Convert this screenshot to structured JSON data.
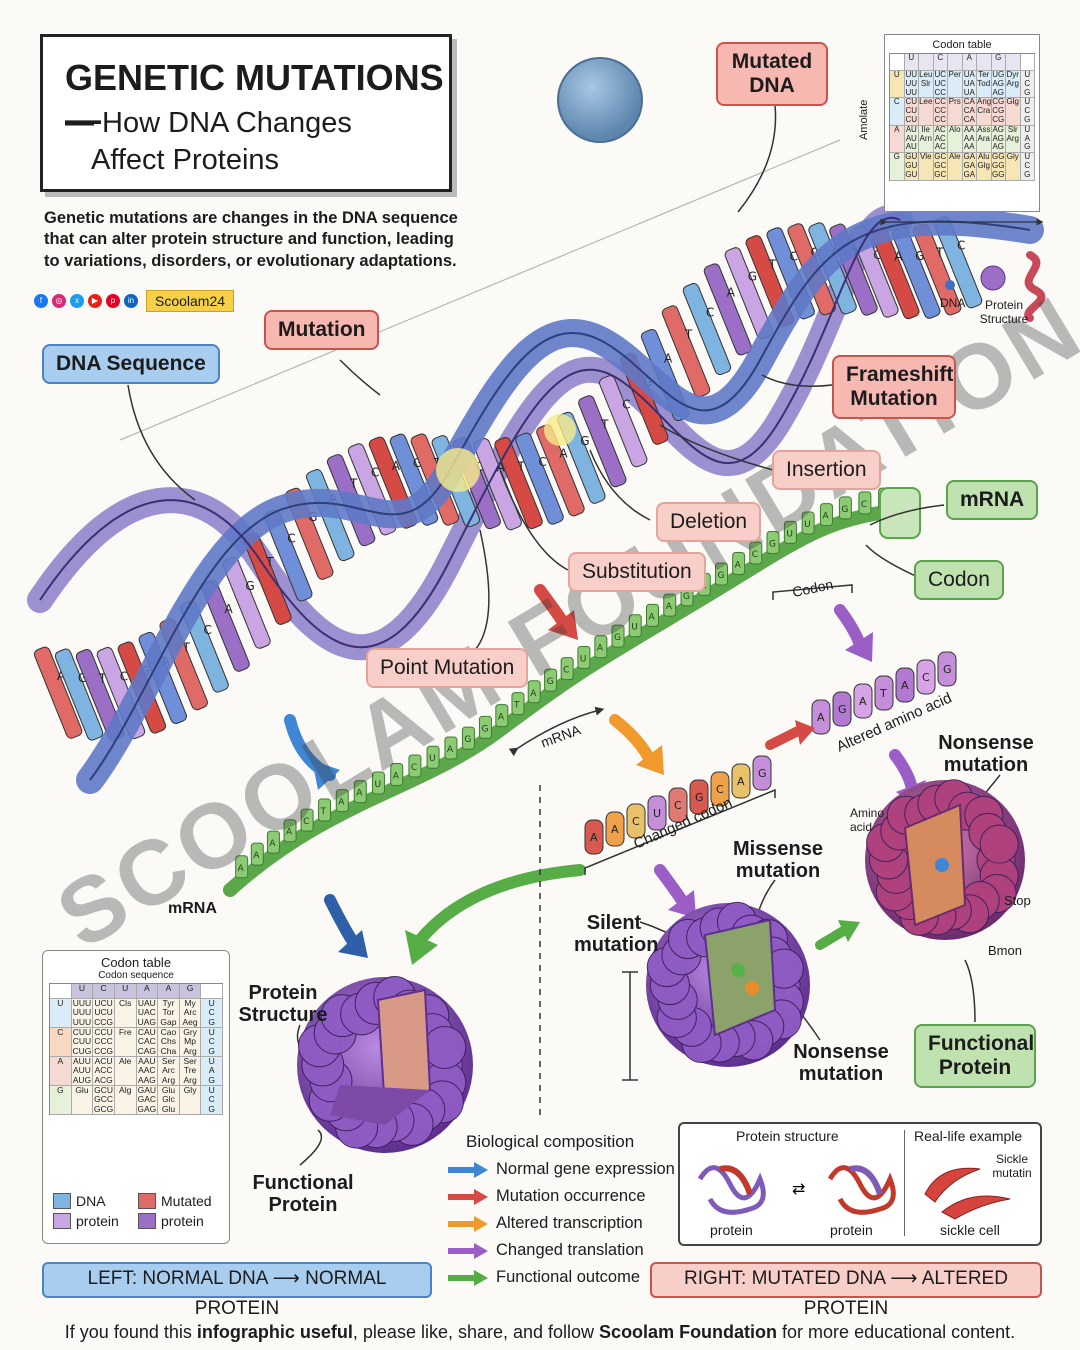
{
  "title": {
    "line1": "GENETIC MUTATIONS —",
    "line2": "— How DNA Changes",
    "line3": "Affect Proteins"
  },
  "intro": "Genetic mutations are changes in the DNA sequence that can alter protein structure and function, leading to variations, disorders, or evolutionary adaptations.",
  "social": {
    "icons": [
      "facebook-icon",
      "instagram-icon",
      "x-icon",
      "youtube-icon",
      "pinterest-icon",
      "linkedin-icon"
    ],
    "handle": "Scoolam24"
  },
  "labels": {
    "dna_sequence": "DNA Sequence",
    "mutation": "Mutation",
    "mutated_dna": "Mutated DNA",
    "frameshift": "Frameshift Mutation",
    "insertion": "Insertion",
    "deletion": "Deletion",
    "substitution": "Substitution",
    "point_mutation": "Point Mutation",
    "mrna_tag": "mRNA",
    "codon_tag": "Codon",
    "codon_bracket": "Codon",
    "mrna_arrow": "mRNA",
    "mrna_left": "mRNA",
    "changed_codon": "Changed codon",
    "altered_amino": "Altered amino acid",
    "nonsense_top": "Nonsense mutation",
    "amino_acid": "Amino acid",
    "stop": "Stop",
    "bmon": "Bmon",
    "functional_protein_right": "Functional Protein",
    "missense": "Missense mutation",
    "silent": "Silent mutation",
    "nonsense_bottom": "Nonsense mutation",
    "protein_structure": "Protein Structure",
    "functional_protein_left": "Functional Protein"
  },
  "mini_legend": {
    "dna": "DNA",
    "protein_structure": "Protein Structure"
  },
  "codon_table_top": {
    "title": "Codon table",
    "side_label": "Amolate",
    "header": [
      "U",
      "C",
      "A",
      "G"
    ],
    "rows": [
      {
        "base": "U",
        "cells": [
          "UU\nUU\nUU",
          "Leu\nSlr",
          "UC\nUC\nCC",
          "Per",
          "UA\nUA\nUA",
          "Ter\nTod",
          "UG\nAG\nAG",
          "Dyr\nArg"
        ],
        "right": "U\nC\nG"
      },
      {
        "base": "C",
        "cells": [
          "CU\nCU\nCU",
          "Lee",
          "CC\nCC\nCC",
          "Prs",
          "CA\nCA\nCA",
          "Ang\nCra",
          "CG\nCG\nCG",
          "Glg"
        ],
        "right": "U\nC\nG"
      },
      {
        "base": "A",
        "cells": [
          "AU\nAU\nAU",
          "Ile\nArn",
          "AC\nAC\nAC",
          "Alo",
          "AA\nAA\nAA",
          "Ass\nAra",
          "AG\nAG\nAG",
          "Slr\nArg"
        ],
        "right": "U\nA\nG"
      },
      {
        "base": "G",
        "cells": [
          "GU\nGU\nGU",
          "Vle",
          "GC\nGC\nGC",
          "Ale",
          "GA\nGA\nGA",
          "Alu\nGlg",
          "GG\nGG\nGG",
          "Gly"
        ],
        "right": "U\nC\nG"
      }
    ]
  },
  "codon_table_bottom": {
    "title": "Codon table",
    "subtitle": "Codon sequence",
    "header": [
      "U",
      "C",
      "U",
      "A",
      "A",
      "G"
    ],
    "rows": [
      {
        "base": "U",
        "cells": [
          "UUU\nUUU\nUUU",
          "UCU\nUCU\nCCG",
          "Cls",
          "UAU\nUAC\nUAG",
          "Tyr\nTor\nGap",
          "My\nArc\nAeg"
        ],
        "right": "U\nC\nG"
      },
      {
        "base": "C",
        "cells": [
          "CUU\nCUU\nCUG",
          "CCU\nCCC\nCCG",
          "Fre",
          "CAU\nCAC\nCAG",
          "Cao\nChs\nCha",
          "Gry\nMp\nArg"
        ],
        "right": "U\nC\nG"
      },
      {
        "base": "A",
        "cells": [
          "AUU\nAUU\nAUG",
          "ACU\nACC\nACG",
          "Ale",
          "AAU\nAAC\nAAG",
          "Ser\nArc\nArg",
          "Ser\nTre\nArg"
        ],
        "right": "U\nA\nG"
      },
      {
        "base": "G",
        "cells": [
          "Glu",
          "GCU\nGCC\nGCG",
          "Alg",
          "GAU\nGAC\nGAG",
          "Glu\nGlc\nGlu",
          "Gly"
        ],
        "right": "U\nC\nG"
      }
    ],
    "legend": [
      {
        "label": "DNA",
        "color": "#7fb3e0"
      },
      {
        "label": "Mutated",
        "color": "#e06b66"
      },
      {
        "label": "protein",
        "color": "#c9a6e3"
      },
      {
        "label": "protein",
        "color": "#9b6fc6"
      }
    ]
  },
  "biological_composition": {
    "title": "Biological composition",
    "items": [
      {
        "label": "Normal gene expression",
        "color": "#3f86d4"
      },
      {
        "label": "Mutation occurrence",
        "color": "#d64a45"
      },
      {
        "label": "Altered transcription",
        "color": "#f09a2e"
      },
      {
        "label": "Changed translation",
        "color": "#9a5ec6"
      },
      {
        "label": "Functional outcome",
        "color": "#56ad45"
      }
    ]
  },
  "example_panel": {
    "protein_structure_title": "Protein structure",
    "real_life_title": "Real-life example",
    "protein_left": "protein",
    "protein_right": "protein",
    "sickle_mutation": "Sickle mutatin",
    "sickle_cell": "sickle cell"
  },
  "sequences": {
    "mrna_main": "AAAACTAAUACUAGGATAGCUAGUAAGAGACGUUAGCU",
    "changed_codon_beads": "AACUCGCAG",
    "altered_beads": "AGATACG"
  },
  "banners": {
    "left": "LEFT: NORMAL DNA ⟶ NORMAL PROTEIN",
    "right": "RIGHT: MUTATED DNA ⟶ ALTERED PROTEIN"
  },
  "footer": {
    "pre": "If you found this ",
    "bold1": "infographic useful",
    "mid": ", please like, share, and follow ",
    "bold2": "Scoolam Foundation",
    "post": " for more educational content."
  },
  "watermark": "SCOOLAM FOUNDATION"
}
